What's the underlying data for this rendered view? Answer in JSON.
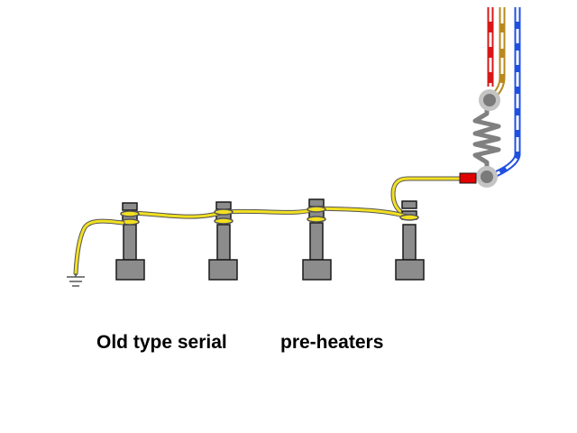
{
  "caption": {
    "line_part1": "Old type serial",
    "line_part2": "pre-heaters"
  },
  "diagram": {
    "heater_count": 4,
    "colors": {
      "wire_yellow": "#f2e022",
      "wire_outline": "#555555",
      "plug_gray": "#8c8c8c",
      "plug_outline": "#1a1a1a",
      "ground": "#555555",
      "terminal": "#c4c4c4",
      "terminal_core": "#7a7a7a",
      "fuse_red": "#e00000",
      "cable_red": "#d81818",
      "cable_brown": "#b88a1e",
      "cable_blue": "#1f50e0",
      "cable_stripe": "#ffffff",
      "resistor": "#808080"
    }
  }
}
